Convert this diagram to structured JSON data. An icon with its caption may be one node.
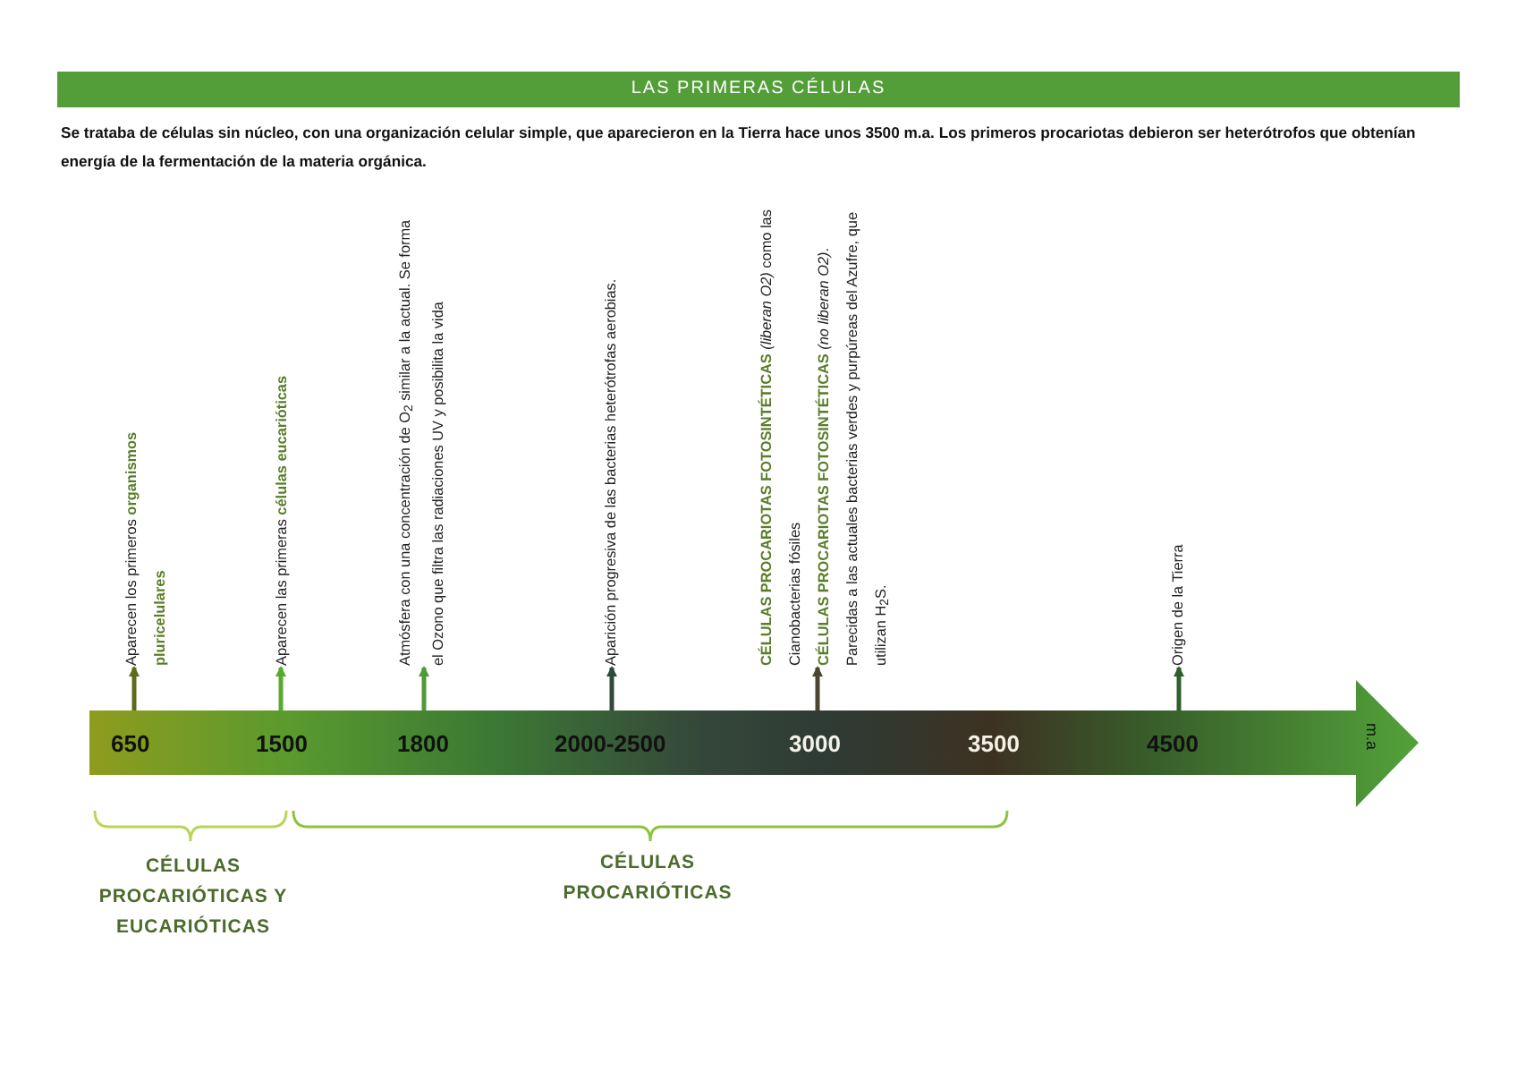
{
  "diagram": {
    "title": "LAS PRIMERAS CÉLULAS",
    "nodes": [
      {
        "text": [
          "650",
          "1500",
          "1800",
          "2000-2500",
          "3000",
          "3500",
          "4500",
          "m.a"
        ]
      },
      {
        "text": [
          "Aparecen los primeros **organismos pluricelulares**"
        ]
      },
      {
        "text": [
          "Aparecen las primeras **células eucarióticas**"
        ]
      },
      {
        "text": [
          "Atmósfera con una concentración de O$_{2}$ similar a la actual. Se forma el Ozono que filtra las radiaciones UV y posibilita la vida"
        ]
      },
      {
        "text": [
          "Aparición progresiva de las bacterias heterótrofas aerobias."
        ]
      },
      {
        "text": [
          "**CÉLULAS PROCARIOTAS FOTOSINTÉTICAS** *(liberan O2)* como las Cianobacterias fósiles",
          "**CÉLULAS PROCARIOTAS FOTOSINTÉTICAS** *(no liberan O2)*. Parecidas a las actuales bacterias verdes y purpúreas del Azufre, que utilizan H$_{2}$S."
        ]
      },
      {
        "text": [
          "Origen de la Tierra"
        ]
      }
    ],
    "edges": [
      {
        "from": 0,
        "to": 1,
        "arrow": "to",
        "color": "#5e6b1c"
      },
      {
        "from": 0,
        "to": 2,
        "arrow": "to",
        "color": "#5aa832"
      },
      {
        "from": 0,
        "to": 3,
        "arrow": "to",
        "color": "#4f9a34"
      },
      {
        "from": 0,
        "to": 4,
        "arrow": "to",
        "color": "#2f4a3c"
      },
      {
        "from": 0,
        "to": 5,
        "arrow": "to",
        "color": "#4a4630"
      },
      {
        "from": 0,
        "to": 6,
        "arrow": "to",
        "color": "#2f5f2a"
      }
    ],
    "labels": [
      "Se trataba de células sin núcleo, con una organización celular simple, que aparecieron en la Tierra hace unos 3500 m.a. Los primeros procariotas debieron ser heterótrofos que obtenían energía de la fermentación de la materia orgánica.",
      "CÉLULAS PROCARIÓTICAS Y EUCARIÓTICAS",
      "CÉLULAS PROCARIÓTICAS"
    ]
  }
}
